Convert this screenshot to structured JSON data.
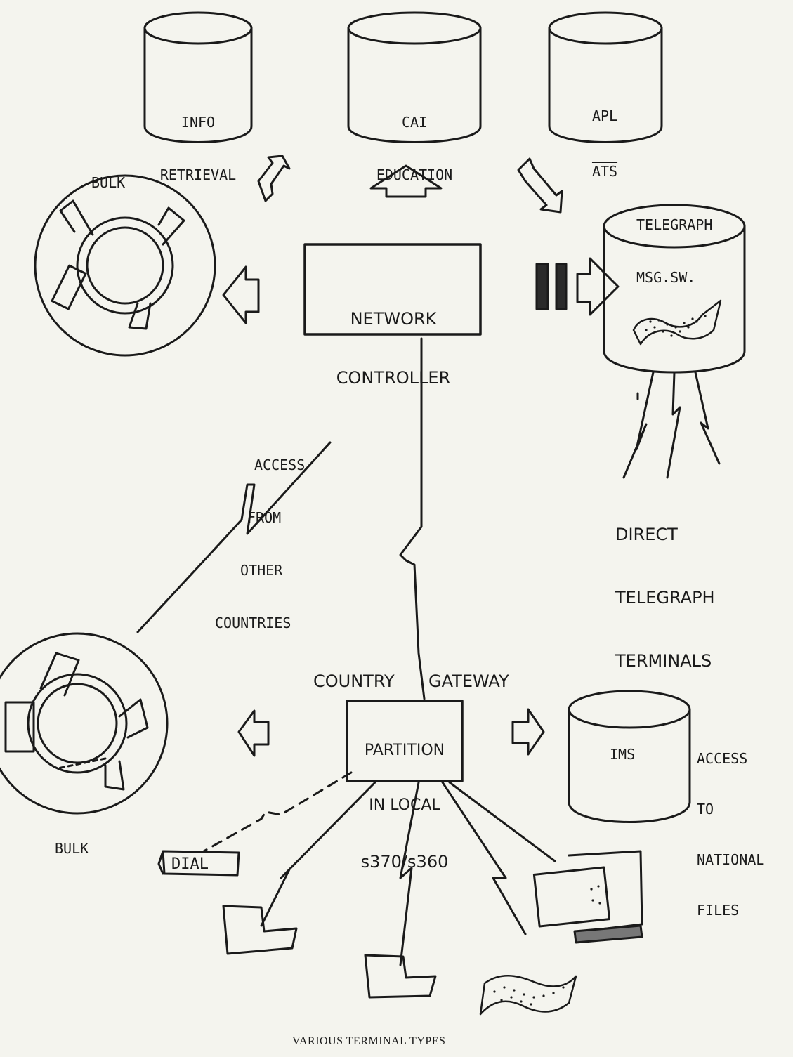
{
  "diagram": {
    "databases": {
      "info": [
        "INFO",
        "RETRIEVAL"
      ],
      "cai": [
        "CAI",
        "EDUCATION"
      ],
      "apl": [
        "APL",
        "ATS"
      ],
      "telegraph_title": [
        "TELEGRAPH",
        "MSG.SW."
      ],
      "ims": "IMS"
    },
    "network_controller": [
      "NETWORK",
      "CONTROLLER"
    ],
    "bulk_top": "BULK",
    "bulk_bottom": "BULK",
    "access_other": [
      "ACCESS",
      "FROM",
      "OTHER",
      "COUNTRIES"
    ],
    "direct_telegraph": [
      "DIRECT",
      "TELEGRAPH",
      "TERMINALS"
    ],
    "country_gateway": [
      "COUNTRY",
      "GATEWAY"
    ],
    "partition": [
      "PARTITION",
      "IN LOCAL",
      "s370/s360"
    ],
    "access_national": [
      "ACCESS",
      "TO",
      "NATIONAL",
      "FILES"
    ],
    "dial": "DIAL",
    "caption": "VARIOUS TERMINAL TYPES"
  }
}
